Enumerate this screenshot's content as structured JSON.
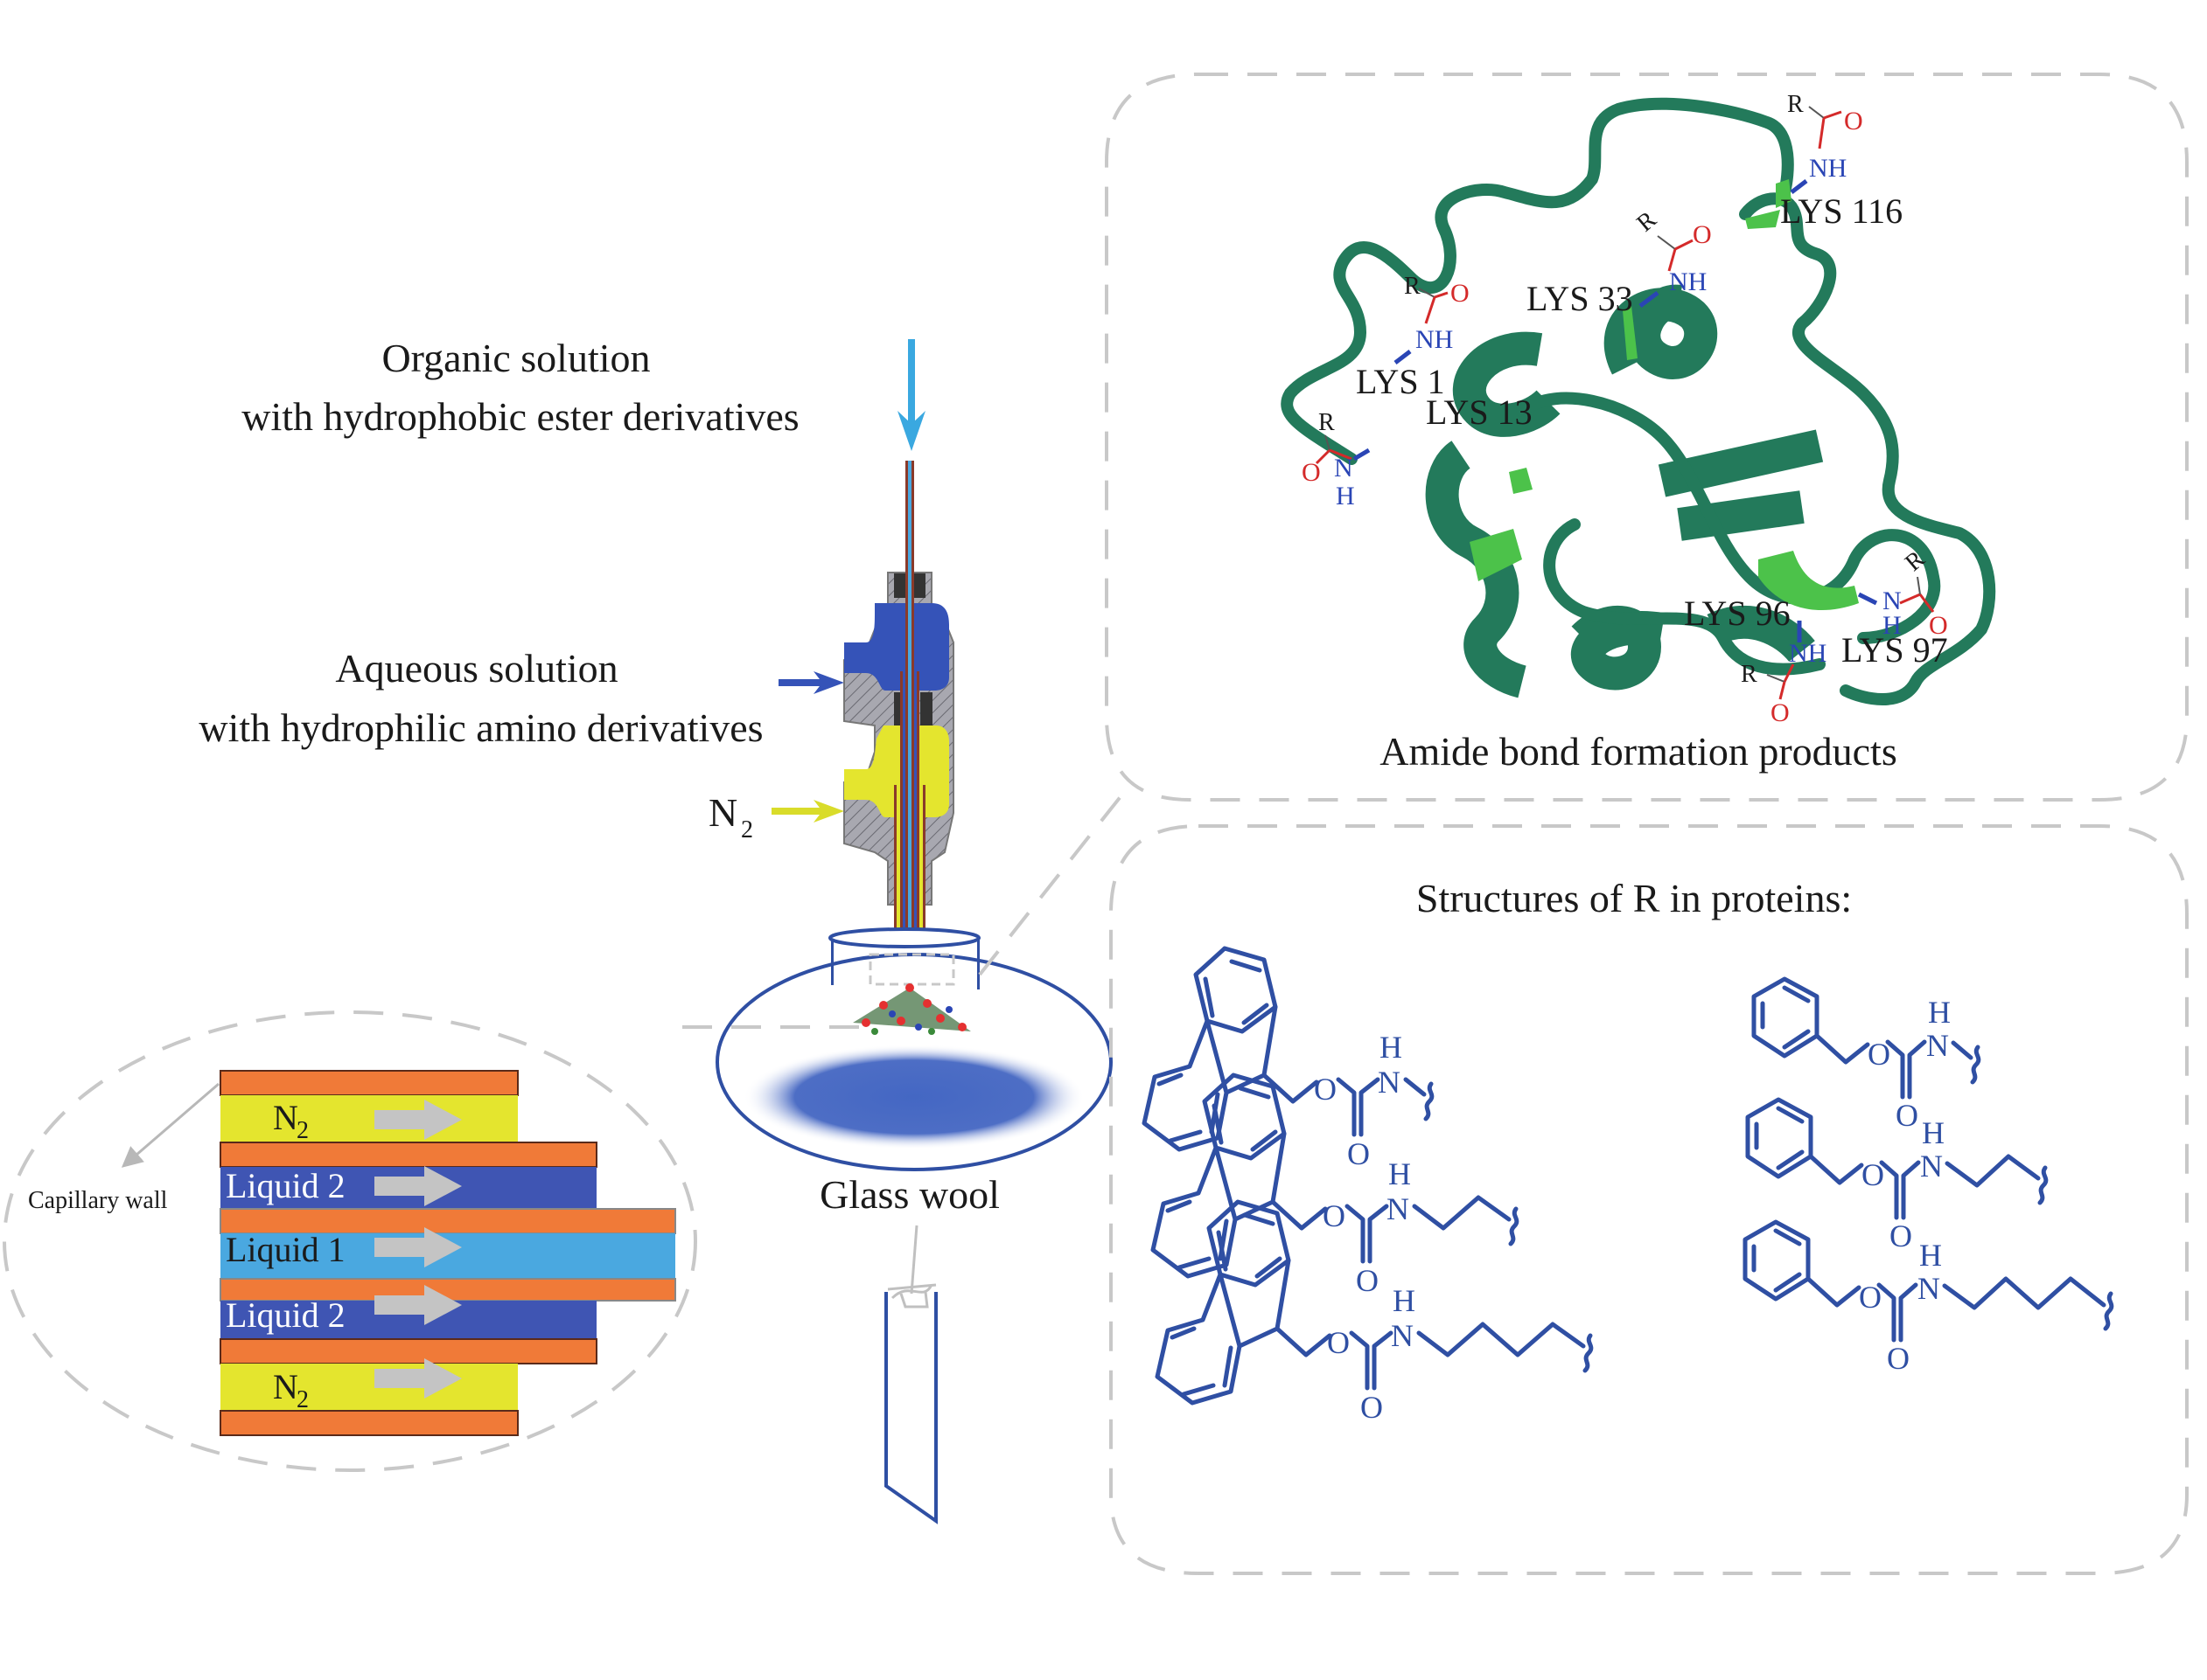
{
  "figure": {
    "organic_label": {
      "line1": "Organic solution",
      "line2": "with hydrophobic ester derivatives"
    },
    "aqueous_label": {
      "line1": "Aqueous solution",
      "line2": "with hydrophilic amino derivatives"
    },
    "gas_label": {
      "main": "N",
      "sub": "2"
    },
    "collector_label": "Glass wool",
    "capillary_inset": {
      "wall_label": "Capillary wall",
      "layers": [
        {
          "name": "N",
          "sub": "2",
          "type": "gas"
        },
        {
          "name": "Liquid 2",
          "type": "liquid2"
        },
        {
          "name": "Liquid 1",
          "type": "liquid1"
        },
        {
          "name": "Liquid 2",
          "type": "liquid2"
        },
        {
          "name": "N",
          "sub": "2",
          "type": "gas"
        }
      ]
    },
    "protein_panel": {
      "title": "Amide bond formation products",
      "sites": [
        {
          "residue": "LYS 116"
        },
        {
          "residue": "LYS 33"
        },
        {
          "residue": "LYS 1"
        },
        {
          "residue": "LYS 13"
        },
        {
          "residue": "LYS 96"
        },
        {
          "residue": "LYS 97"
        }
      ],
      "atoms": {
        "r": "R",
        "o": "O",
        "nh": "NH",
        "n": "N",
        "h": "H"
      }
    },
    "structures_panel": {
      "title": "Structures of R in proteins:",
      "structures": [
        {
          "group": "Fmoc",
          "linker_carbons": 0
        },
        {
          "group": "Cbz",
          "linker_carbons": 0
        },
        {
          "group": "Fmoc",
          "linker_carbons": 2
        },
        {
          "group": "Cbz",
          "linker_carbons": 2
        },
        {
          "group": "Fmoc",
          "linker_carbons": 4
        },
        {
          "group": "Cbz",
          "linker_carbons": 4
        }
      ],
      "atoms": {
        "o": "O",
        "n": "N",
        "h": "H"
      }
    },
    "colors": {
      "organic_arrow": "#3aa8e0",
      "aqueous": "#3553b8",
      "gas": "#e4e52e",
      "capillary_wall": "#f07a38",
      "liquid1": "#4aa8e0",
      "liquid2": "#3f55b3",
      "protein": "#237a5b",
      "lysine": "#4cc24a",
      "chem": "#2f4fa3",
      "oxygen": "#d42a2a",
      "nitrogen": "#2a45b5"
    }
  }
}
